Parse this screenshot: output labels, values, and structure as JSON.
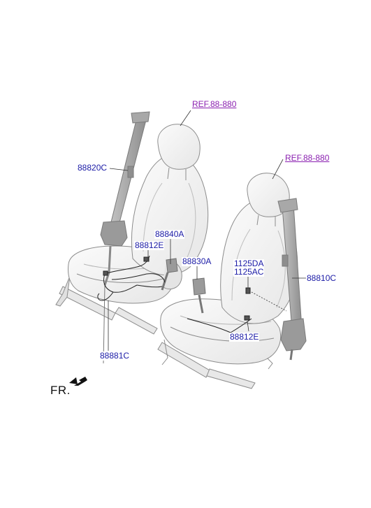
{
  "labels": {
    "ref_left": "REF.88-880",
    "ref_right": "REF.88-880",
    "p88820C": "88820C",
    "p88840A": "88840A",
    "p88812E_left": "88812E",
    "p88830A": "88830A",
    "p1125DA": "1125DA",
    "p1125AC": "1125AC",
    "p88810C": "88810C",
    "p88881C": "88881C",
    "p88812E_right": "88812E"
  },
  "orientation": {
    "label": "FR.",
    "icon": "front-direction-arrow-icon"
  },
  "colors": {
    "part_label": "#1a1aa6",
    "reference_link": "#8a1fb0",
    "seat_outline": "#8c8c8c",
    "seat_fill": "#f2f2f2",
    "belt": "#9c9c9c",
    "leader_line": "#333333"
  }
}
